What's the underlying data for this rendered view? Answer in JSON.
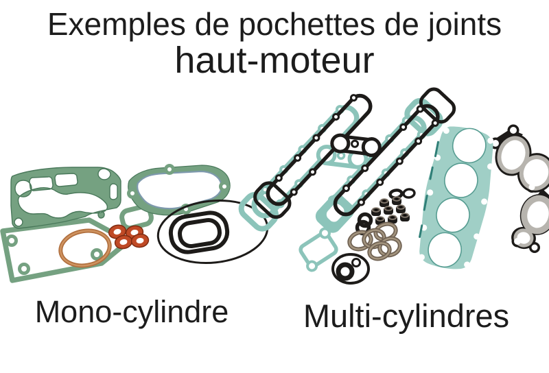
{
  "image": {
    "kind": "catalog-product-photo",
    "subject": "engine top-end gasket kit examples"
  },
  "title": {
    "line1": "Exemples de pochettes de joints",
    "line2": "haut-moteur"
  },
  "labels": {
    "mono": "Mono-cylindre",
    "multi": "Multi-cylindres"
  },
  "kits": {
    "mono_parts": [
      "cylinder-base-gasket",
      "head-gasket-outline",
      "small-port-gasket",
      "clutch-cover-gasket",
      "copper-sealing-ring",
      "rubber-washers",
      "exhaust-o-rings"
    ],
    "multi_parts": [
      "valve-cover-gasket-teal",
      "valve-cover-gasket-black",
      "four-bore-head-gasket-teal",
      "four-bore-head-gasket-black",
      "valve-stem-seals",
      "small-o-rings",
      "metal-sealing-rings",
      "cam-tensioner-gasket",
      "small-rectangular-gasket",
      "round-cover-gasket"
    ]
  },
  "palette": {
    "bg": "#ffffff",
    "ink": "#1c1c1c",
    "sage": "#75a181",
    "sageDark": "#49785a",
    "teal": "#8cc4ba",
    "tealDark": "#569c91",
    "tealLight": "#a0cfc6",
    "tealText": "#2f7f77",
    "black": "#1d1b19",
    "copper": "#b06f3e",
    "copperLight": "#cf9360",
    "red": "#c04a26",
    "redDark": "#7e2a10",
    "silver": "#b7b4ae",
    "steel": "#6f6152",
    "steelLight": "#a3947e",
    "blueEdge": "#7e99ad"
  }
}
